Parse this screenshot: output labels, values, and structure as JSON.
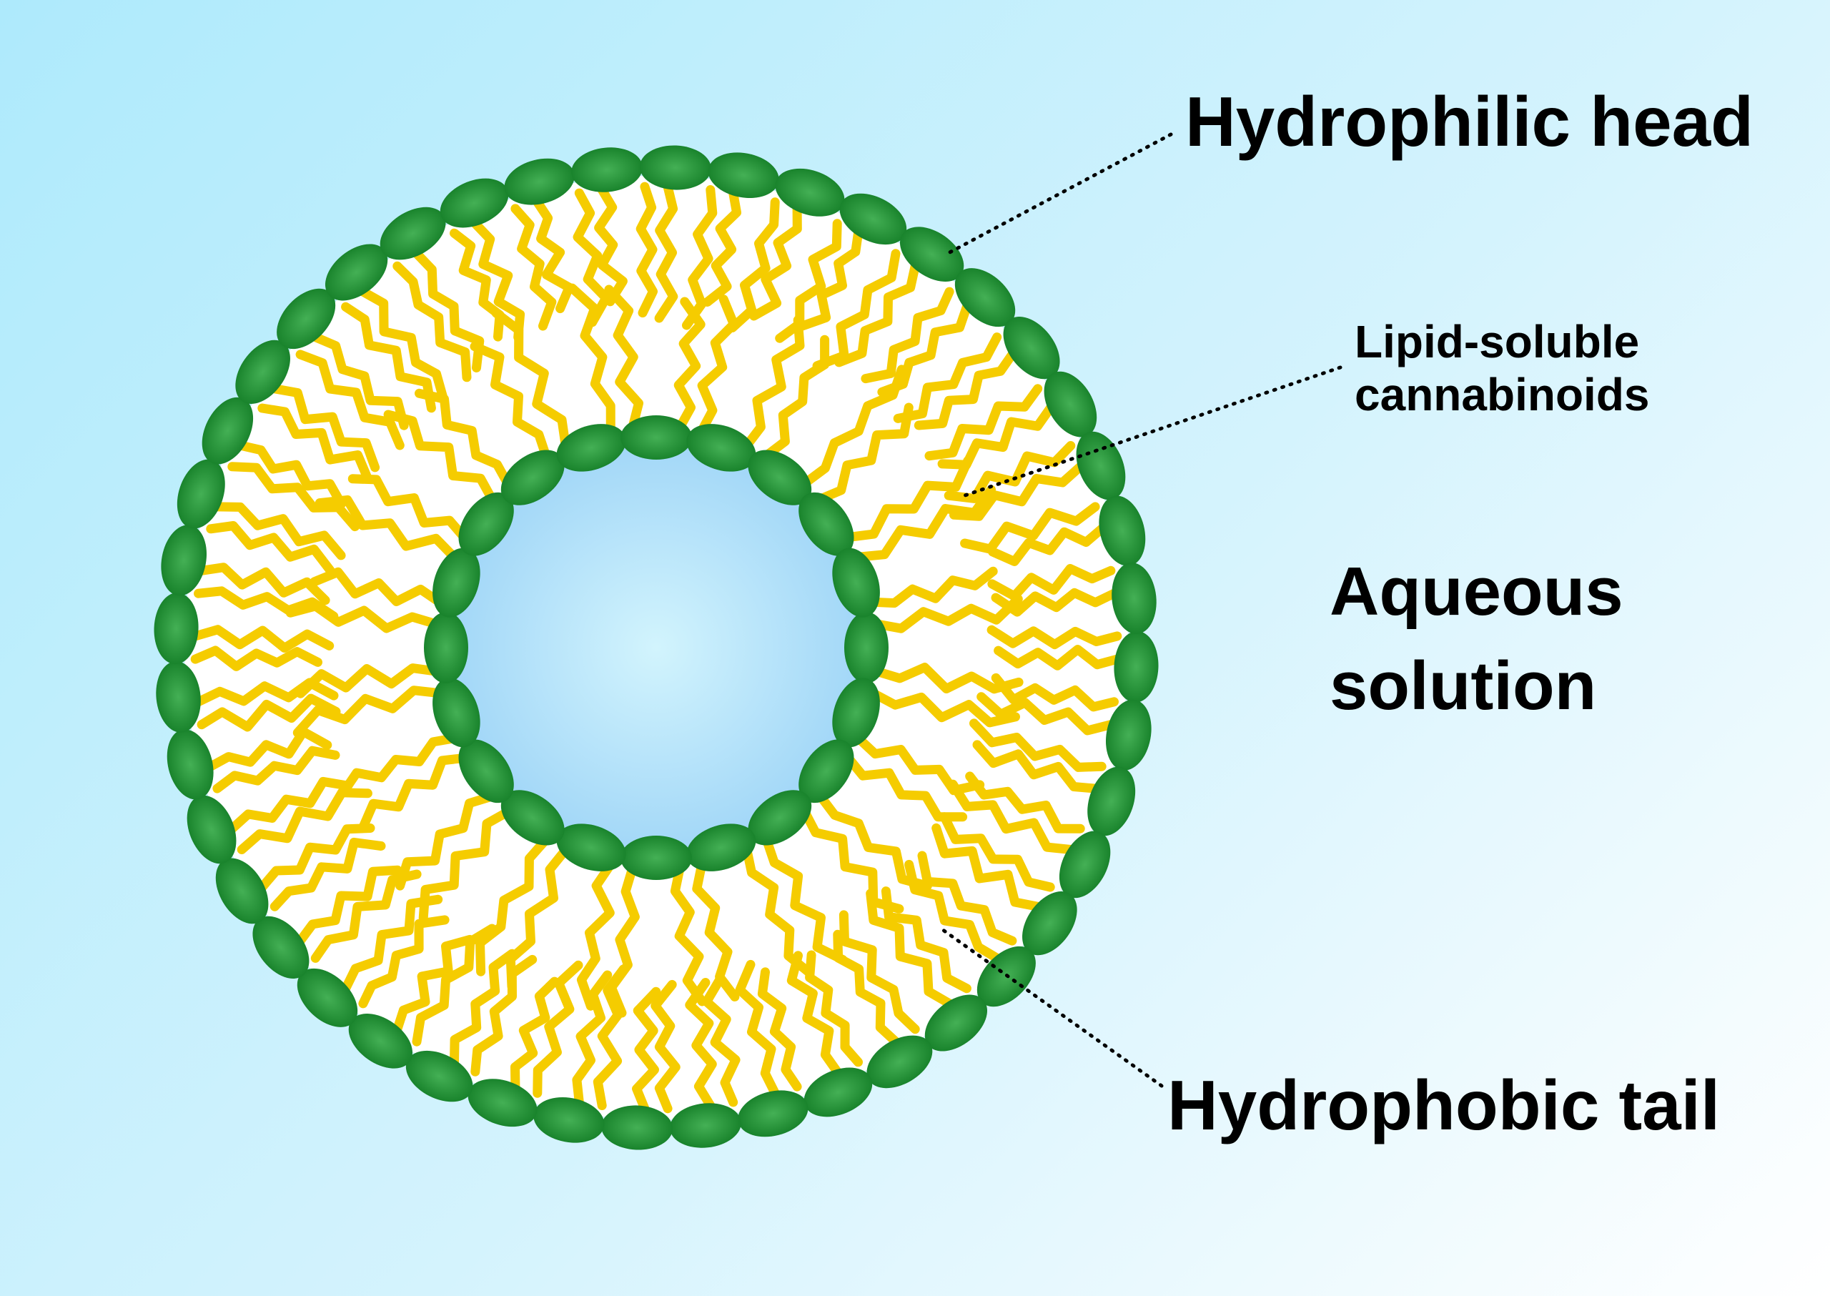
{
  "labels": {
    "hydrophilic_head": "Hydrophilic head",
    "lipid_soluble_line1": "Lipid-soluble",
    "lipid_soluble_line2": "cannabinoids",
    "aqueous_line1": "Aqueous",
    "aqueous_line2": "solution",
    "hydrophobic_tail": "Hydrophobic tail"
  },
  "colors": {
    "head": "#1a8a2e",
    "head_highlight": "#3fae4f",
    "tail": "#f5cc00",
    "core": "#bfe9fb",
    "background_start": "#aeeafc"
  },
  "structure": {
    "outer_head_count": 44,
    "inner_head_count": 20
  }
}
